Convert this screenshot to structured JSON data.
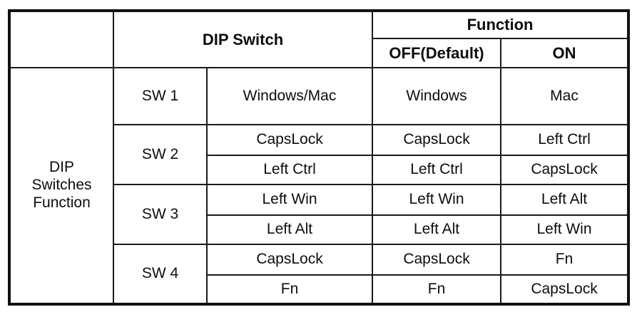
{
  "table": {
    "row_label": "DIP\nSwitches\nFunction",
    "row_label_line1": "DIP",
    "row_label_line2": "Switches",
    "row_label_line3": "Function",
    "headers": {
      "corner": "",
      "dip_switch": "DIP Switch",
      "function": "Function",
      "function_off": "OFF(Default)",
      "function_on": "ON"
    },
    "switches": [
      {
        "name": "SW 1",
        "rows": [
          {
            "description": "Windows/Mac",
            "off": "Windows",
            "on": "Mac"
          }
        ]
      },
      {
        "name": "SW 2",
        "rows": [
          {
            "description": "CapsLock",
            "off": "CapsLock",
            "on": "Left Ctrl"
          },
          {
            "description": "Left Ctrl",
            "off": "Left Ctrl",
            "on": "CapsLock"
          }
        ]
      },
      {
        "name": "SW 3",
        "rows": [
          {
            "description": "Left Win",
            "off": "Left Win",
            "on": "Left Alt"
          },
          {
            "description": "Left Alt",
            "off": "Left Alt",
            "on": "Left Win"
          }
        ]
      },
      {
        "name": "SW 4",
        "rows": [
          {
            "description": "CapsLock",
            "off": "CapsLock",
            "on": "Fn"
          },
          {
            "description": "Fn",
            "off": "Fn",
            "on": "CapsLock"
          }
        ]
      }
    ]
  },
  "colors": {
    "border": "#1a1a1a",
    "outer_border": "#111111",
    "text": "#0d0d0d",
    "background": "#ffffff"
  }
}
